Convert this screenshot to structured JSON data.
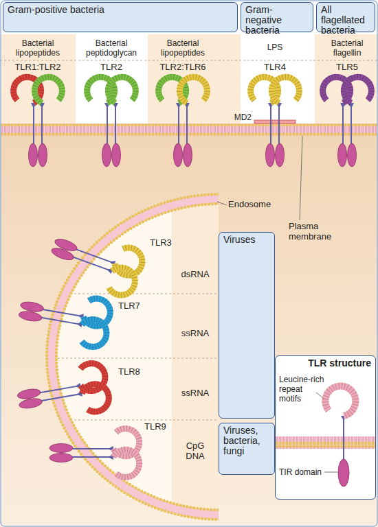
{
  "diagram": {
    "nodes": [
      {
        "text": [
          "Gram-positive bacteria"
        ]
      },
      {
        "text": [
          "Gram-negative bacteria"
        ]
      },
      {
        "text": [
          "All flagellated bacteria"
        ]
      },
      {
        "text": [
          "Viruses"
        ]
      },
      {
        "text": [
          "Viruses, bacteria, fungi"
        ]
      },
      {
        "text": [
          "TLR structure"
        ]
      }
    ],
    "labels": [
      "Bacterial lipopeptides",
      "Bacterial peptidoglycan",
      "Bacterial lipopeptides",
      "LPS",
      "Bacterial flagellin",
      "TLR1:TLR2",
      "TLR2",
      "TLR2:TLR6",
      "TLR4",
      "TLR5",
      "MD2",
      "Endosome",
      "Plasma membrane",
      "TLR3",
      "dsRNA",
      "TLR7",
      "ssRNA",
      "TLR8",
      "ssRNA",
      "TLR9",
      "CpG DNA",
      "Leucine-rich repeat motifs",
      "TIR domain"
    ]
  }
}
